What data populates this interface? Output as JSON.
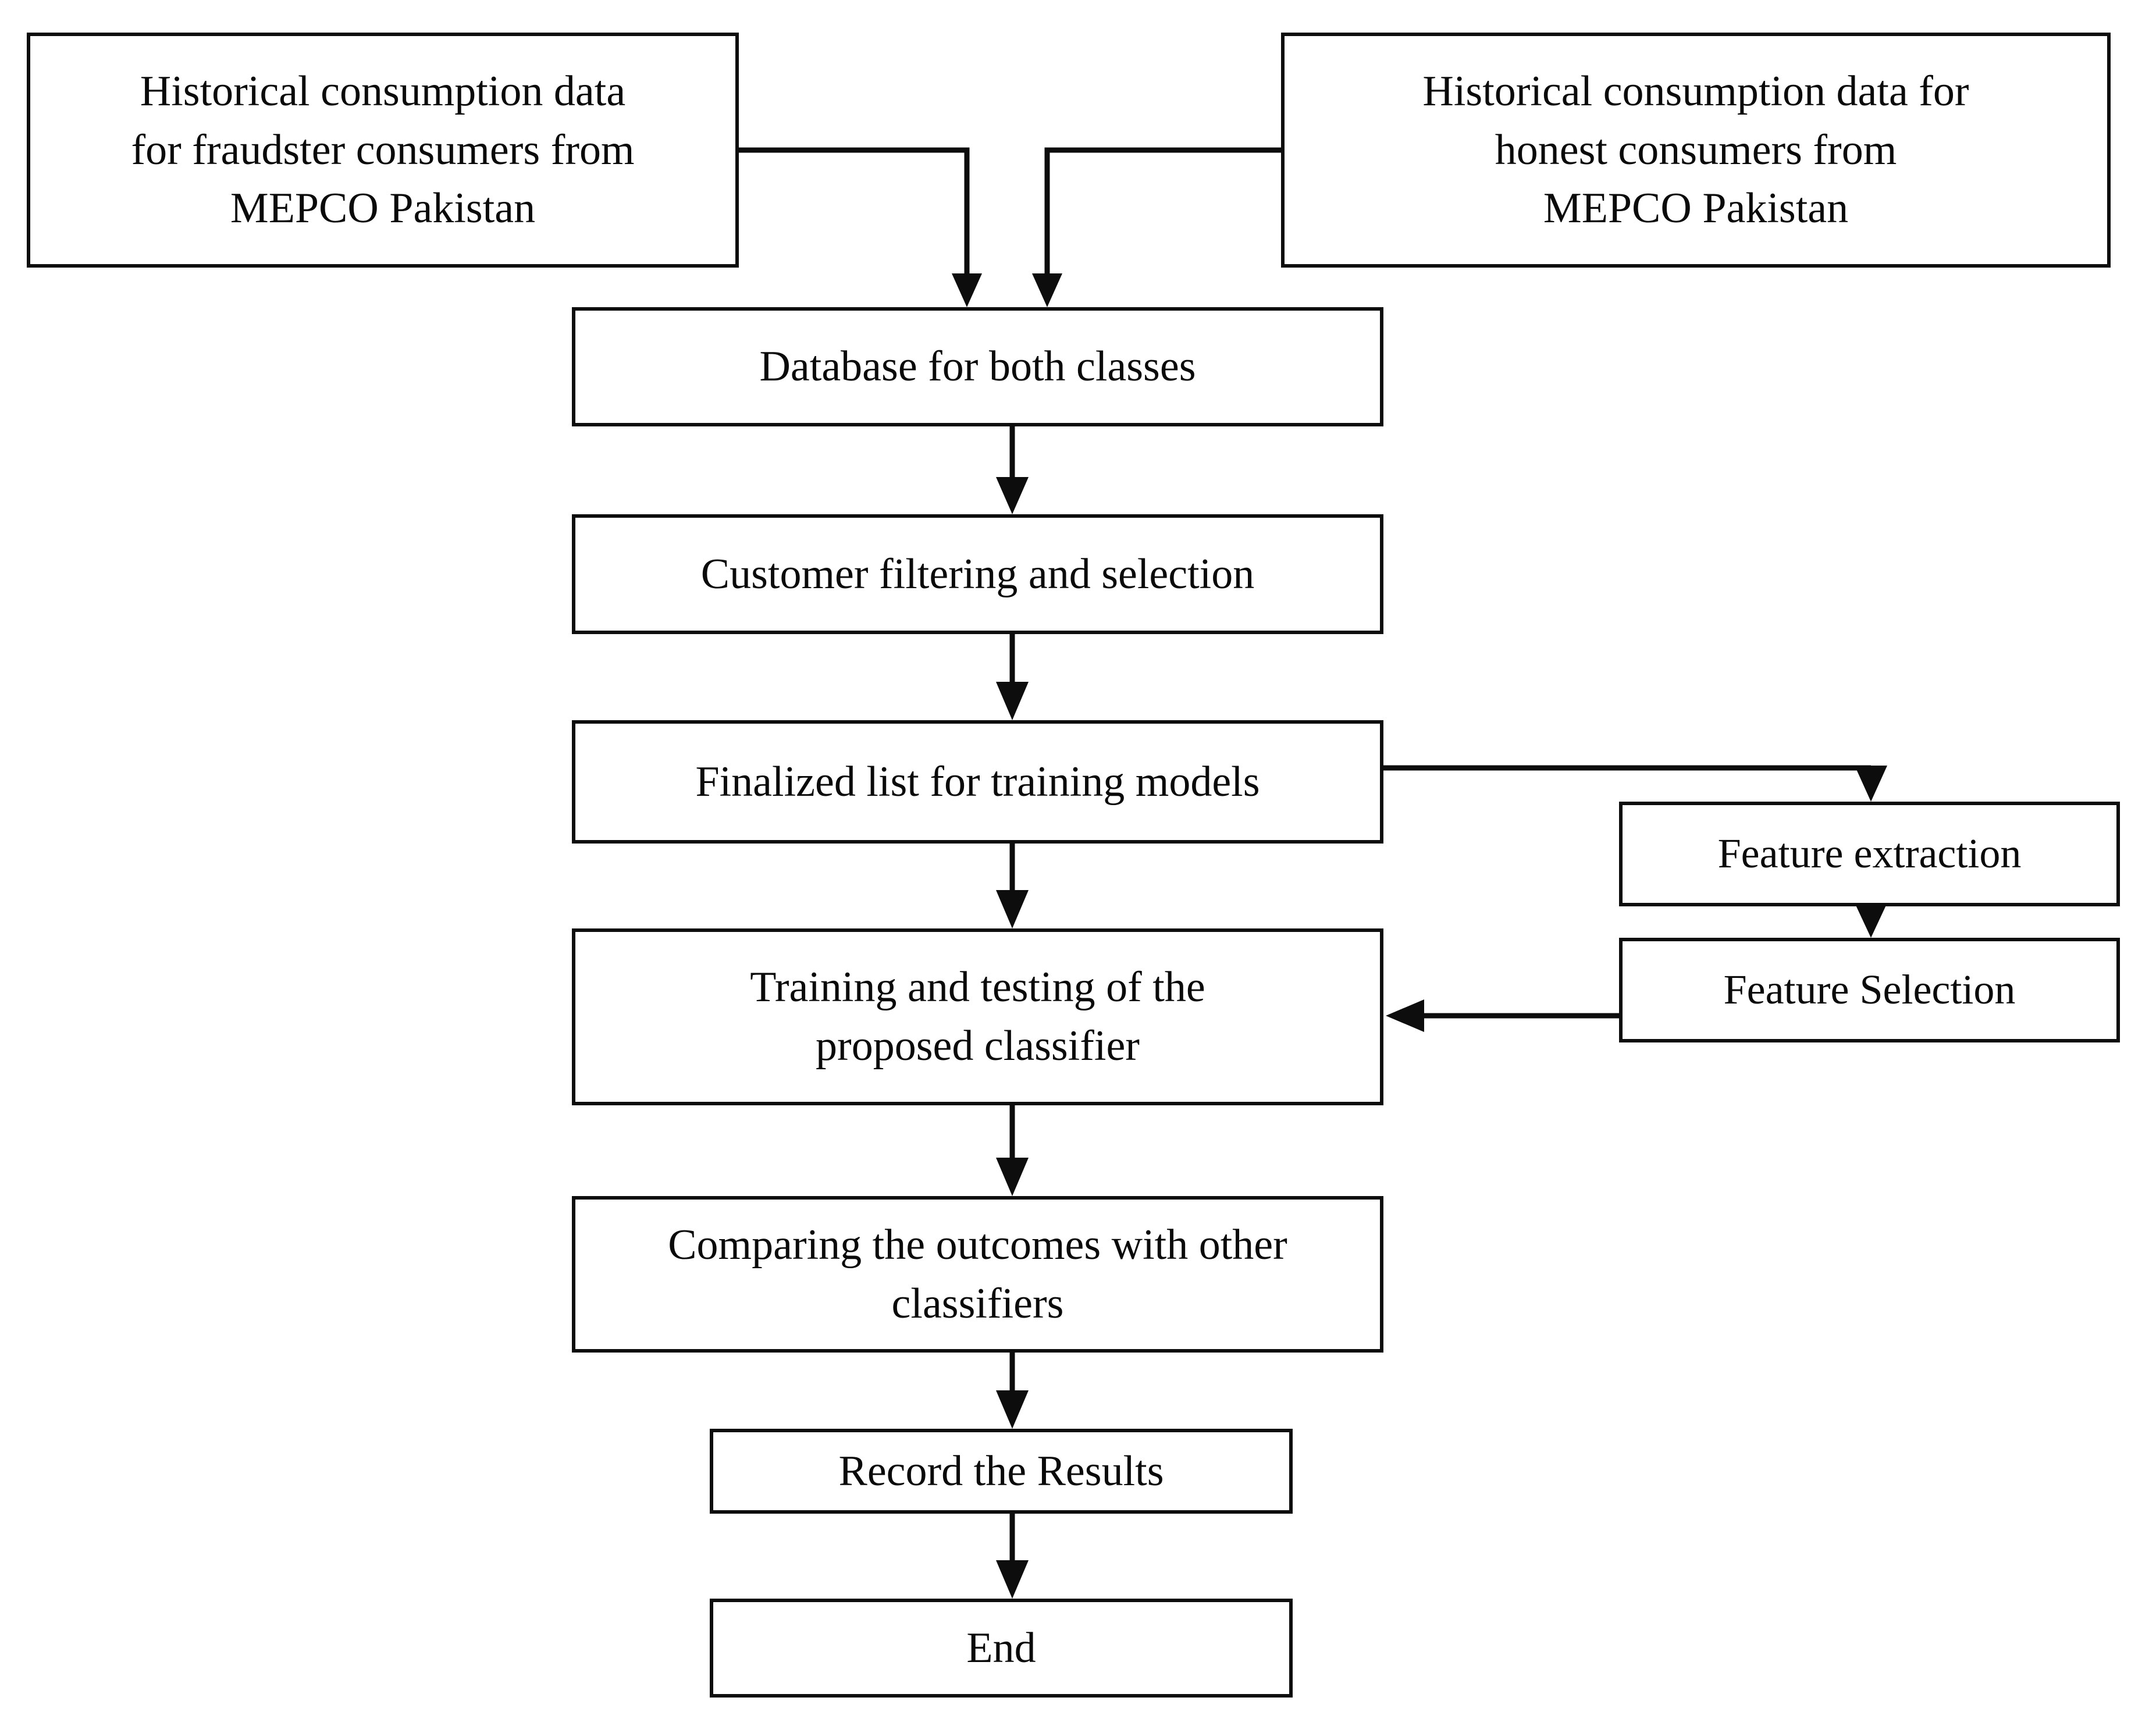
{
  "diagram": {
    "type": "flowchart",
    "orientation": "top-to-bottom",
    "background_color": "#ffffff",
    "line_color": "#0d0d0d",
    "text_color": "#0a0a0a",
    "nodes": [
      {
        "id": "fraudster-data",
        "label": "Historical consumption data\nfor fraudster consumers from\nMEPCO Pakistan",
        "shape": "rectangle"
      },
      {
        "id": "honest-data",
        "label": "Historical consumption data for\nhonest consumers from\nMEPCO Pakistan",
        "shape": "rectangle"
      },
      {
        "id": "database",
        "label": "Database for both classes",
        "shape": "rectangle"
      },
      {
        "id": "customer-filtering",
        "label": "Customer filtering and selection",
        "shape": "rectangle"
      },
      {
        "id": "finalized-list",
        "label": "Finalized list for training models",
        "shape": "rectangle"
      },
      {
        "id": "feature-extraction",
        "label": "Feature extraction",
        "shape": "rectangle"
      },
      {
        "id": "feature-selection",
        "label": "Feature Selection",
        "shape": "rectangle"
      },
      {
        "id": "training-testing",
        "label": "Training and testing of the\nproposed classifier",
        "shape": "rectangle"
      },
      {
        "id": "comparing-outcomes",
        "label": "Comparing the outcomes with other\nclassifiers",
        "shape": "rectangle"
      },
      {
        "id": "record-results",
        "label": "Record the Results",
        "shape": "rectangle"
      },
      {
        "id": "end",
        "label": "End",
        "shape": "rectangle"
      }
    ],
    "edges": [
      {
        "from": "fraudster-data",
        "to": "database",
        "style": "elbow",
        "arrow": "down"
      },
      {
        "from": "honest-data",
        "to": "database",
        "style": "elbow",
        "arrow": "down"
      },
      {
        "from": "database",
        "to": "customer-filtering",
        "style": "straight",
        "arrow": "down"
      },
      {
        "from": "customer-filtering",
        "to": "finalized-list",
        "style": "straight",
        "arrow": "down"
      },
      {
        "from": "finalized-list",
        "to": "feature-extraction",
        "style": "elbow",
        "arrow": "down"
      },
      {
        "from": "feature-extraction",
        "to": "feature-selection",
        "style": "straight",
        "arrow": "down"
      },
      {
        "from": "feature-selection",
        "to": "training-testing",
        "style": "straight",
        "arrow": "left"
      },
      {
        "from": "finalized-list",
        "to": "training-testing",
        "style": "straight",
        "arrow": "down"
      },
      {
        "from": "training-testing",
        "to": "comparing-outcomes",
        "style": "straight",
        "arrow": "down"
      },
      {
        "from": "comparing-outcomes",
        "to": "record-results",
        "style": "straight",
        "arrow": "down"
      },
      {
        "from": "record-results",
        "to": "end",
        "style": "straight",
        "arrow": "down"
      }
    ]
  }
}
